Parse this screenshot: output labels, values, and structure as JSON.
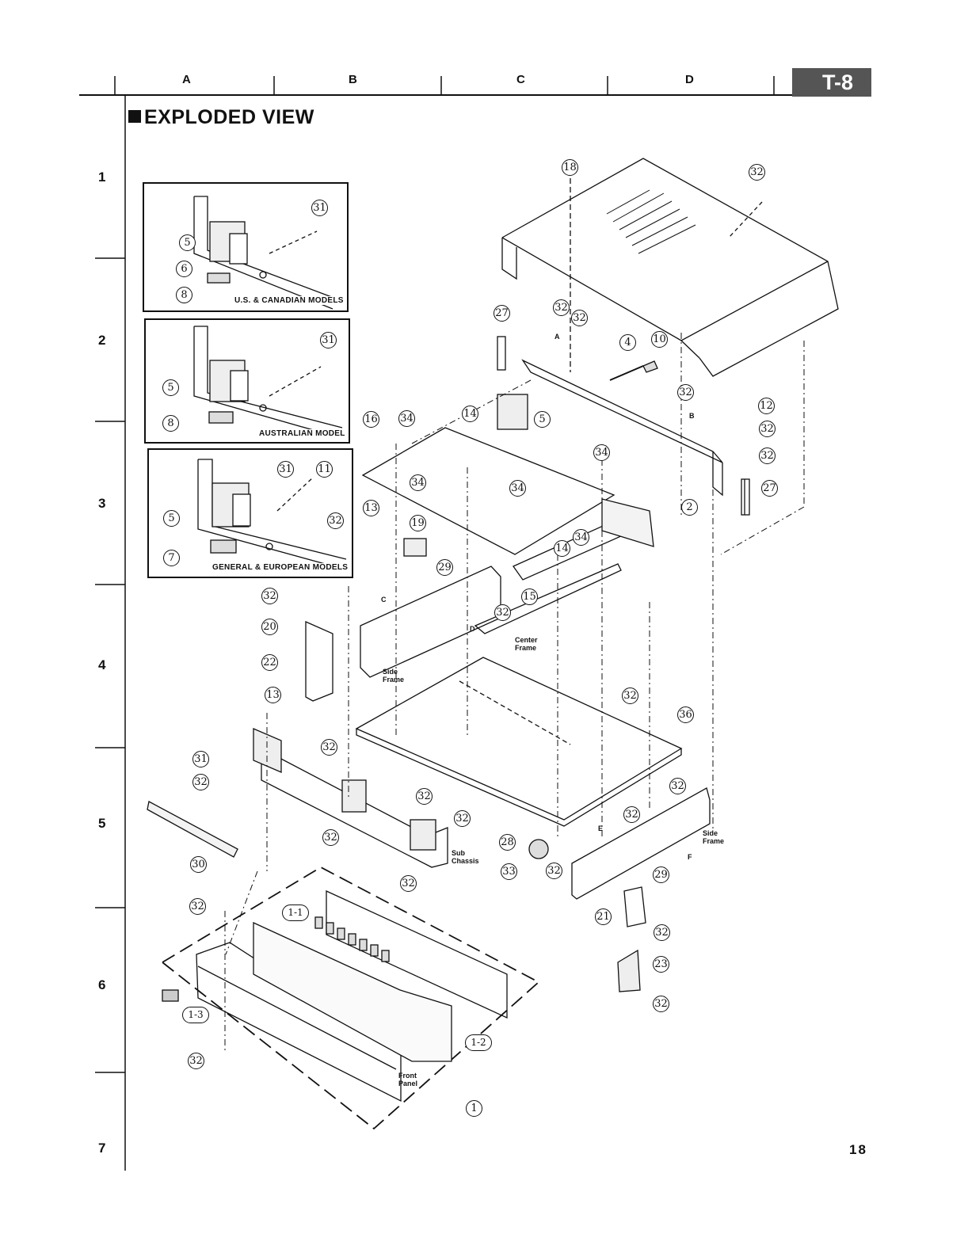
{
  "header": {
    "columns": [
      "A",
      "B",
      "C",
      "D"
    ],
    "model_badge": "T-8",
    "title": "EXPLODED VIEW"
  },
  "rows": [
    "1",
    "2",
    "3",
    "4",
    "5",
    "6",
    "7"
  ],
  "page_number": "18",
  "insets": [
    {
      "caption": "U.S. & CANADIAN MODELS",
      "callouts": [
        "31",
        "5",
        "6",
        "8"
      ]
    },
    {
      "caption": "AUSTRALIAN MODEL",
      "callouts": [
        "31",
        "5",
        "8"
      ]
    },
    {
      "caption": "GENERAL & EUROPEAN MODELS",
      "callouts": [
        "31",
        "11",
        "5",
        "32",
        "7"
      ]
    }
  ],
  "callouts": {
    "c18": "18",
    "c32a": "32",
    "c27a": "27",
    "c32b": "32",
    "c32c": "32",
    "c4": "4",
    "c10": "10",
    "c32d": "32",
    "c12": "12",
    "c32e": "32",
    "c32f": "32",
    "c27b": "27",
    "c2": "2",
    "c16": "16",
    "c34a": "34",
    "c14a": "14",
    "c5": "5",
    "c34b": "34",
    "c34c": "34",
    "c34d": "34",
    "c34e": "34",
    "c13a": "13",
    "c19": "19",
    "c29a": "29",
    "c14b": "14",
    "c15": "15",
    "c32g": "32",
    "c20": "20",
    "c32h": "32",
    "c22": "22",
    "c13b": "13",
    "c32i": "32",
    "c31": "31",
    "c32j": "32",
    "c32k": "32",
    "c36": "36",
    "c32l": "32",
    "c32m": "32",
    "c32n": "32",
    "c32o": "32",
    "c30": "30",
    "c32p": "32",
    "c28": "28",
    "c33": "33",
    "c32q": "32",
    "c29b": "29",
    "c21": "21",
    "c32r": "32",
    "c23": "23",
    "c32s": "32",
    "c32t": "32",
    "c1_1": "1-1",
    "c1_3": "1-3",
    "c1_2": "1-2",
    "c32u": "32",
    "c1": "1"
  },
  "labels": {
    "side_frame_left": "Side\nFrame",
    "center_frame": "Center\nFrame",
    "sub_chassis": "Sub\nChassis",
    "side_frame_right": "Side\nFrame",
    "front_panel": "Front\nPanel",
    "arrow_a": "A",
    "arrow_b": "B",
    "arrow_c": "C",
    "arrow_d": "D",
    "arrow_e": "E",
    "arrow_f": "F"
  }
}
